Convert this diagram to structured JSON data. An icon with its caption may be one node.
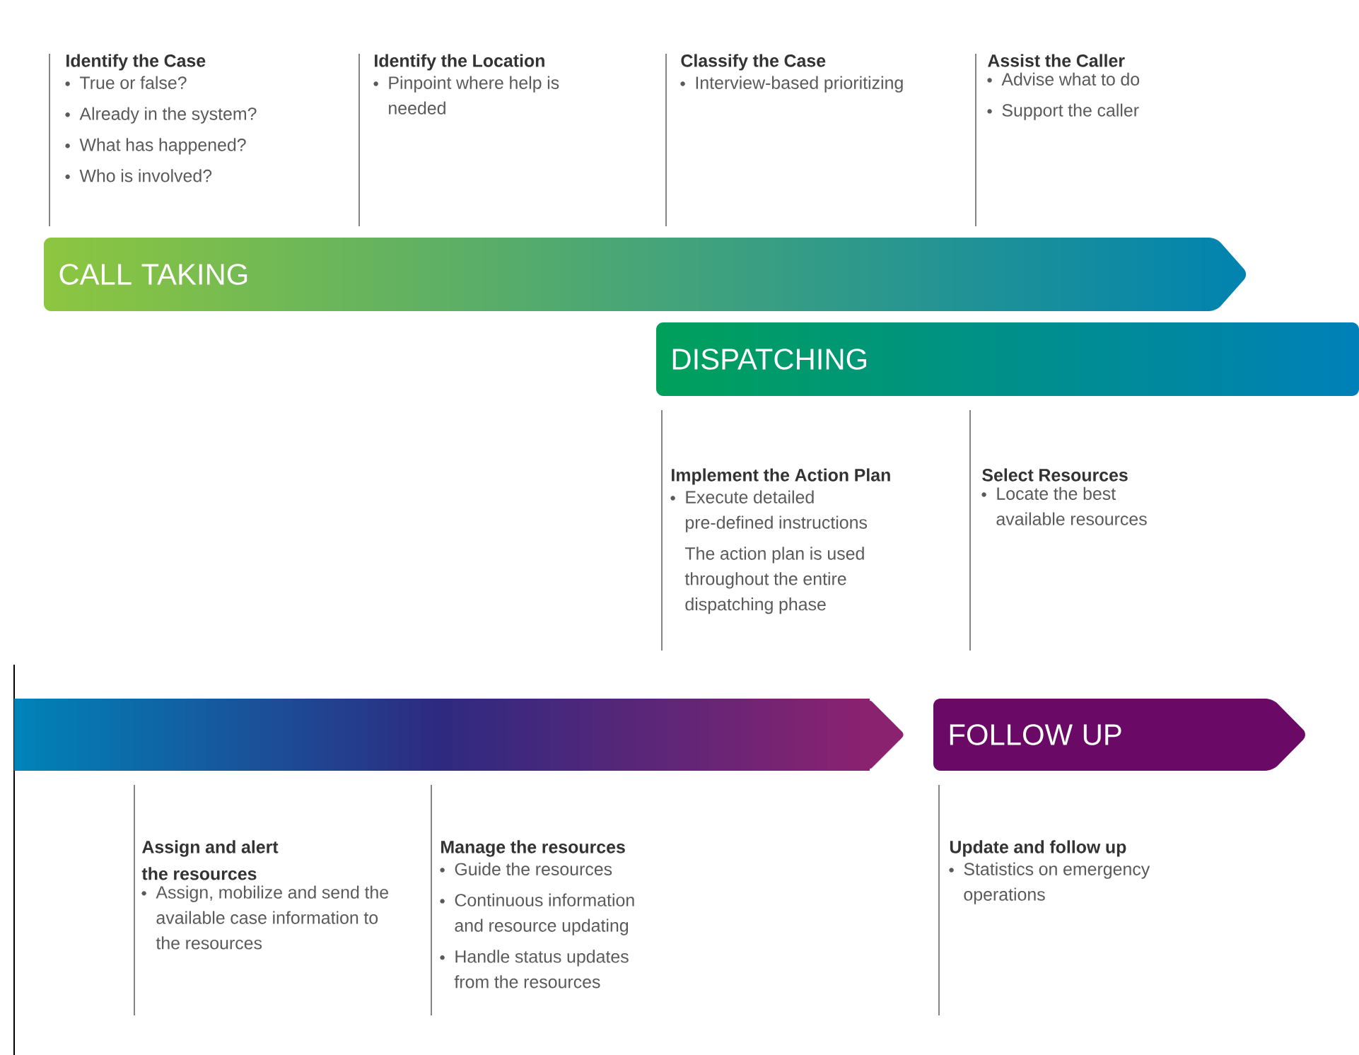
{
  "diagram": {
    "nodes": [
      {
        "text": [
          "Identify the Case",
          "True or false?",
          "Already in the system?",
          "What has happened?",
          "Who is involved?"
        ]
      },
      {
        "text": [
          "Identify the Location",
          "Pinpoint where help is needed"
        ]
      },
      {
        "text": [
          "Classify the Case",
          "Interview-based prioritizing"
        ]
      },
      {
        "text": [
          "Assist the Caller",
          "Advise what to do",
          "Support the caller"
        ]
      },
      {
        "text": [
          "CALL TAKING"
        ]
      },
      {
        "text": [
          "DISPATCHING"
        ]
      },
      {
        "text": [
          "Implement the Action Plan",
          "Execute detailed pre-defined instructions",
          "The action plan is used throughout the entire dispatching phase"
        ]
      },
      {
        "text": [
          "Select Resources",
          "Locate the best available resources"
        ]
      },
      {
        "text": [],
        "shape": "bar"
      },
      {
        "text": [
          "FOLLOW UP"
        ]
      },
      {
        "text": [
          "Assign and alert the resources",
          "Assign, mobilize and send the available case information to the resources"
        ]
      },
      {
        "text": [
          "Manage the resources",
          "Guide the resources",
          "Continuous information and resource updating",
          "Handle status updates from the resources"
        ]
      },
      {
        "text": [
          "Update and follow up",
          "Statistics on emergency operations"
        ]
      }
    ]
  }
}
